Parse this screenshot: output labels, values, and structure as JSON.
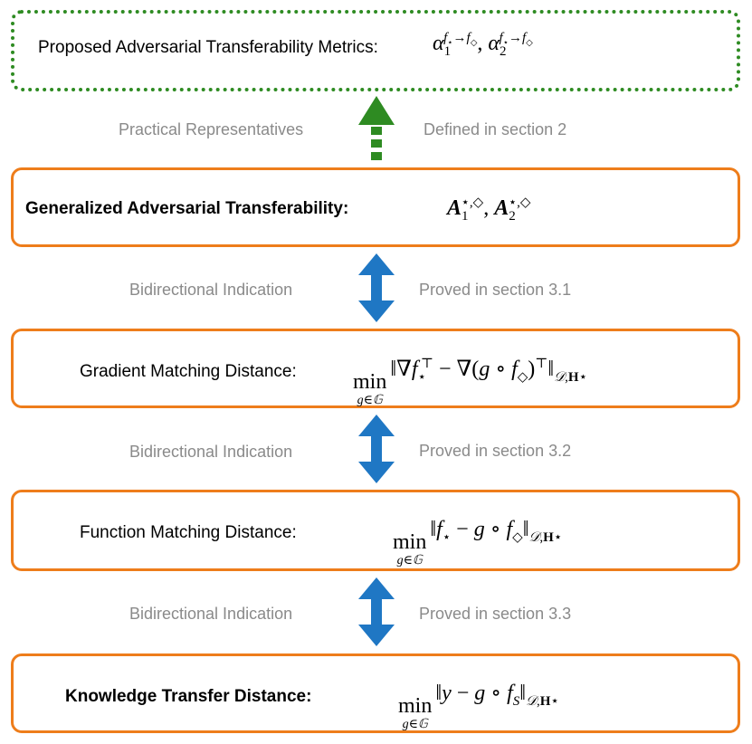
{
  "colors": {
    "orange_box": "#EE7D1B",
    "green_dotted": "#2E8B22",
    "blue_arrow": "#1F77C4",
    "gray_text": "#8a8a8a"
  },
  "boxes": [
    {
      "label": "Proposed Adversarial Transferability Metrics:",
      "formula": "α1f⋆→f◇, α2f⋆→f◇"
    },
    {
      "label": "Generalized Adversarial Transferability:",
      "formula": "A1⋆,◇, A2⋆,◇"
    },
    {
      "label": "Gradient Matching Distance:",
      "min": "min",
      "min_sub": "g∈𝔾",
      "formula": "‖∇f⋆⊤ − ∇(g ∘ f◇)⊤‖D,H⋆"
    },
    {
      "label": "Function Matching Distance:",
      "min": "min",
      "min_sub": "g∈𝔾",
      "formula": "‖f⋆ − g ∘ f◇‖D,H⋆"
    },
    {
      "label": "Knowledge Transfer Distance:",
      "min": "min",
      "min_sub": "g∈𝔾",
      "formula": "‖y − g ∘ fS‖D,H⋆"
    }
  ],
  "connectors": [
    {
      "left": "Practical Representatives",
      "right": "Defined in section 2",
      "arrow": "green-dashed-up-arrow"
    },
    {
      "left": "Bidirectional Indication",
      "right": "Proved in section 3.1",
      "arrow": "blue-double-arrow"
    },
    {
      "left": "Bidirectional Indication",
      "right": "Proved in section 3.2",
      "arrow": "blue-double-arrow"
    },
    {
      "left": "Bidirectional Indication",
      "right": "Proved in section 3.3",
      "arrow": "blue-double-arrow"
    }
  ]
}
